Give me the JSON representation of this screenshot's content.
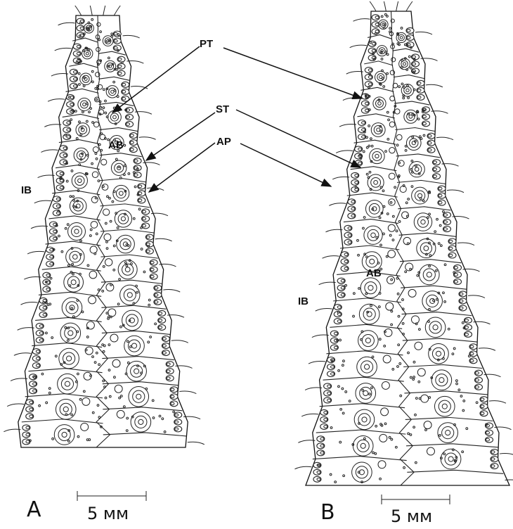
{
  "labels": {
    "pt": "PT",
    "st": "ST",
    "ap": "AP",
    "ab_a": "AB",
    "ib_a": "IB",
    "ab_b": "AB",
    "ib_b": "IB"
  },
  "panels": {
    "a": "A",
    "b": "B"
  },
  "scale_bars": {
    "a": "5 мм",
    "b": "5 мм"
  },
  "colors": {
    "line": "#222222",
    "background": "#ffffff"
  }
}
